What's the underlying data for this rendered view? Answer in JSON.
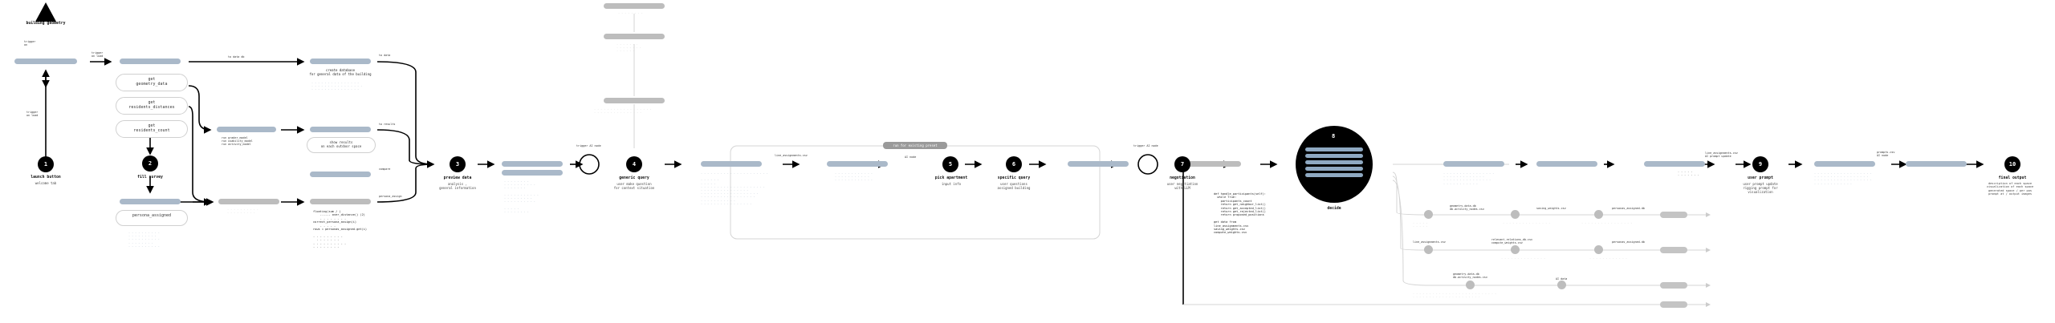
{
  "start": {
    "title": "building geometry",
    "trigger_top": "trigger\non",
    "trigger_left": "trigger\non load",
    "launch_title": "launch button",
    "launch_sub": "welcome tab",
    "node_label": "1"
  },
  "step2": {
    "node_label": "2",
    "title": "fill survey",
    "trigger": "trigger\non load",
    "actions": [
      "get\ngeometry_data",
      "get\nresidents_distances",
      "get\nresidents_count",
      "persona_assigned"
    ],
    "to_db": "to data db"
  },
  "building_db": {
    "title": "create database\nfor general data of the building"
  },
  "step3": {
    "node_label": "3",
    "title": "preview data",
    "sub": "analysis ,\ngeneral information"
  },
  "step4": {
    "node_label": "4",
    "title": "generic query",
    "sub": "user make question\nfor context situation",
    "trigger": "trigger AI node"
  },
  "step5": {
    "node_label": "5",
    "title": "pick apartment",
    "sub": "input info"
  },
  "step6": {
    "node_label": "6",
    "title": "specific query",
    "sub": "user questions\nassigned building"
  },
  "step7": {
    "node_label": "7",
    "title": "negotiation",
    "sub": "user negotiation\nwith LLM",
    "trigger": "trigger AI node"
  },
  "decide": {
    "node_label": "8",
    "title": "decide"
  },
  "step9": {
    "node_label": "9",
    "title": "user prompt",
    "sub": "user prompt update\nrigging prompt for\nvisualization"
  },
  "step10": {
    "node_label": "10",
    "title": "final output",
    "sub": "description of each space\nvisualization of each space\ngenerated space / per pos\nprompt at / output images"
  },
  "run_box": {
    "label": "run for existing preset"
  },
  "code_block": {
    "text": "def handle_participants(self):\n  while True:\n    participants_count\n    return get_neighbor_list()\n    return get_accepted_list()\n    return get_rejected_list()\n    return proposed_positions\n\nget data from\nline_assignments.csv\nsaving_weights.csv\ncompute_weights.csv"
  }
}
